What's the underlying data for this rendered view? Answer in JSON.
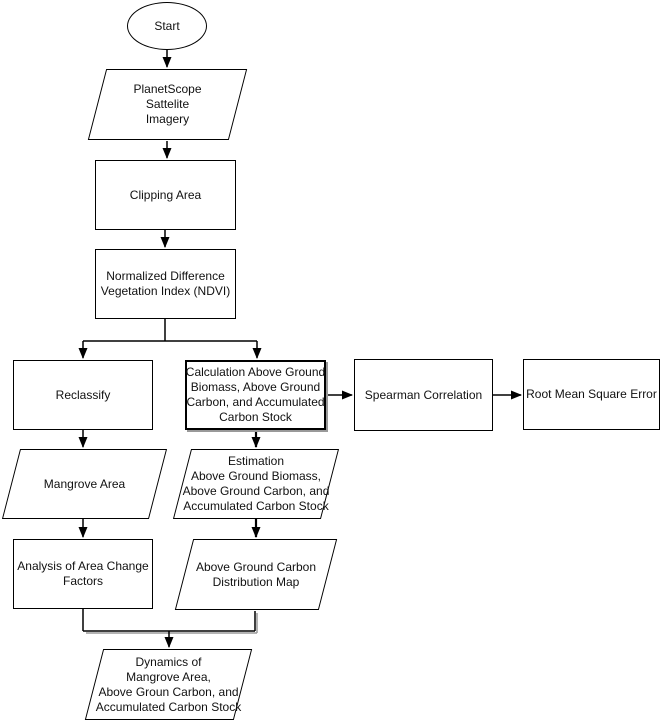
{
  "diagram": {
    "background_color": "#ffffff",
    "stroke_color": "#000000",
    "fill_color": "#ffffff",
    "shadow_color": "#999999",
    "nodes": {
      "start": {
        "shape": "ellipse",
        "label": "Start"
      },
      "imagery": {
        "shape": "parallelogram",
        "label": "PlanetScope\nSattelite\nImagery"
      },
      "clipping": {
        "shape": "rectangle",
        "label": "Clipping Area"
      },
      "ndvi": {
        "shape": "rectangle",
        "label": "Normalized Difference\nVegetation Index (NDVI)"
      },
      "reclassify": {
        "shape": "rectangle",
        "label": "Reclassify"
      },
      "calculation": {
        "shape": "rectangle",
        "label": "Calculation Above Ground\nBiomass, Above Ground\nCarbon, and Accumulated\nCarbon Stock"
      },
      "spearman": {
        "shape": "rectangle",
        "label": "Spearman Correlation"
      },
      "rmse": {
        "shape": "rectangle",
        "label": "Root Mean Square Error"
      },
      "mangrove": {
        "shape": "parallelogram",
        "label": "Mangrove Area"
      },
      "estimation": {
        "shape": "parallelogram",
        "label": "Estimation\nAbove Ground Biomass,\nAbove Ground Carbon, and\nAccumulated Carbon Stock"
      },
      "analysis": {
        "shape": "rectangle",
        "label": "Analysis of Area Change\nFactors"
      },
      "map": {
        "shape": "parallelogram",
        "label": "Above Ground Carbon\nDistribution Map"
      },
      "dynamics": {
        "shape": "parallelogram",
        "label": "Dynamics of\nMangrove Area,\nAbove Groun Carbon, and\nAccumulated Carbon Stock"
      }
    },
    "edges": [
      {
        "from": "start",
        "to": "imagery"
      },
      {
        "from": "imagery",
        "to": "clipping"
      },
      {
        "from": "clipping",
        "to": "ndvi"
      },
      {
        "from": "ndvi",
        "to": "reclassify"
      },
      {
        "from": "ndvi",
        "to": "calculation"
      },
      {
        "from": "calculation",
        "to": "spearman"
      },
      {
        "from": "spearman",
        "to": "rmse"
      },
      {
        "from": "reclassify",
        "to": "mangrove"
      },
      {
        "from": "calculation",
        "to": "estimation"
      },
      {
        "from": "mangrove",
        "to": "analysis"
      },
      {
        "from": "estimation",
        "to": "map"
      },
      {
        "from": "analysis",
        "to": "dynamics"
      },
      {
        "from": "map",
        "to": "dynamics"
      }
    ]
  }
}
